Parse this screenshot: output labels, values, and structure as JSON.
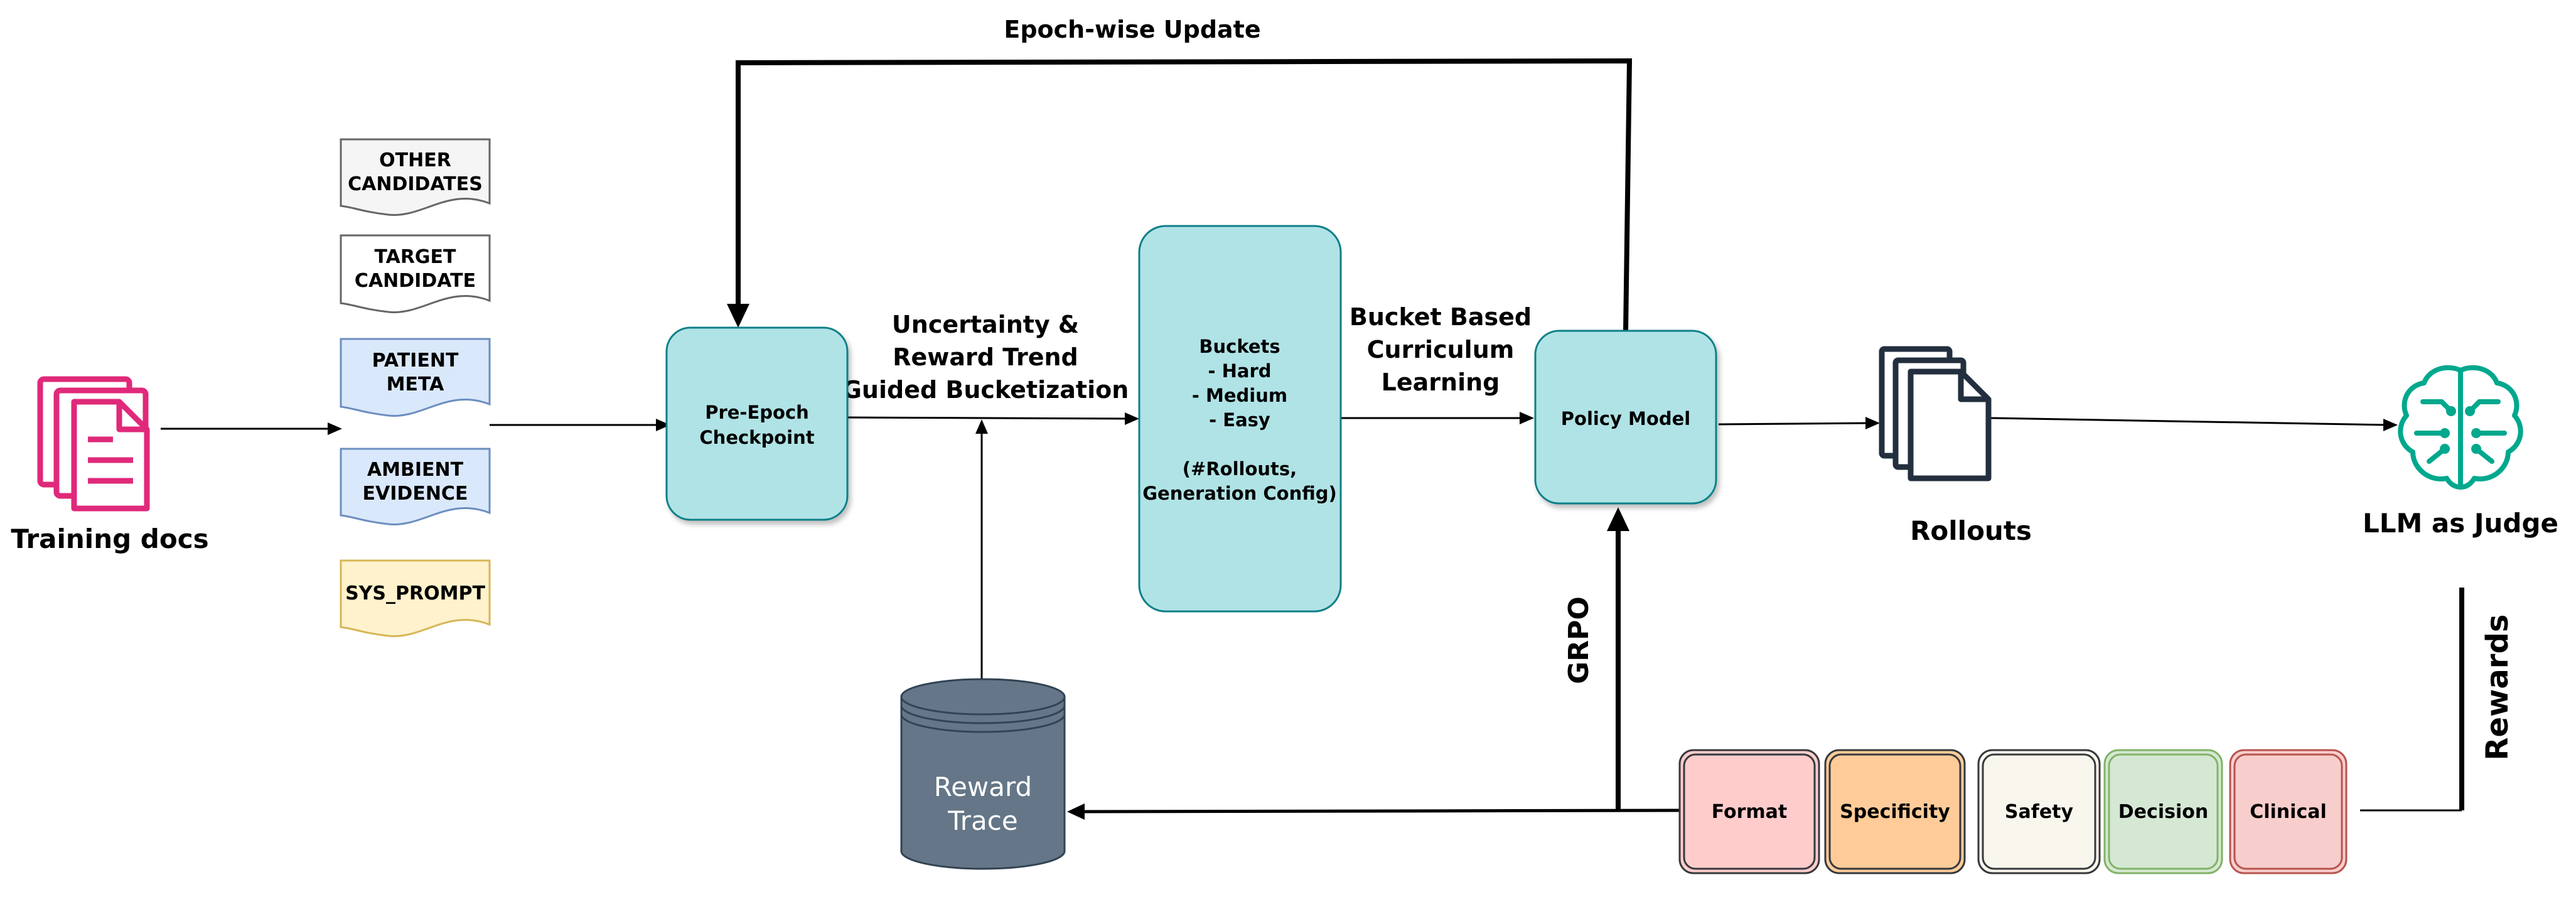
{
  "title": "",
  "edge_labels": {
    "epoch_update": "Epoch-wise Update",
    "bucketization": [
      "Uncertainty &",
      "Reward Trend",
      "Guided Bucketization"
    ],
    "curriculum": [
      "Bucket Based",
      "Curriculum",
      "Learning"
    ],
    "grpo": "GRPO",
    "rewards": "Rewards"
  },
  "nodes": {
    "training_docs": {
      "label": "Training docs",
      "icon": "documents-icon",
      "color": "#e0297a"
    },
    "prompt_docs": [
      {
        "lines": [
          "OTHER",
          "CANDIDATES"
        ],
        "fill": "#f5f5f5",
        "stroke": "#666666"
      },
      {
        "lines": [
          "TARGET",
          "CANDIDATE"
        ],
        "fill": "#ffffff",
        "stroke": "#666666"
      },
      {
        "lines": [
          "PATIENT",
          "META"
        ],
        "fill": "#dae8fc",
        "stroke": "#6c8ebf"
      },
      {
        "lines": [
          "AMBIENT",
          "EVIDENCE"
        ],
        "fill": "#dae8fc",
        "stroke": "#6c8ebf"
      },
      {
        "lines": [
          "SYS_PROMPT"
        ],
        "fill": "#fff2cc",
        "stroke": "#d6b656"
      }
    ],
    "pre_epoch_checkpoint": {
      "lines": [
        "Pre-Epoch",
        "Checkpoint"
      ],
      "fill": "#b0e3e6",
      "stroke": "#0e8088"
    },
    "buckets": {
      "lines": [
        "Buckets",
        "- Hard",
        "- Medium",
        "- Easy",
        "",
        "(#Rollouts,",
        "Generation Config)"
      ],
      "fill": "#b0e3e6",
      "stroke": "#0e8088"
    },
    "policy_model": {
      "lines": [
        "Policy Model"
      ],
      "fill": "#b0e3e6",
      "stroke": "#0e8088"
    },
    "rollouts": {
      "label": "Rollouts",
      "icon": "documents-icon",
      "color": "#232f3e"
    },
    "llm_judge": {
      "label": "LLM as Judge",
      "icon": "brain-circuit-icon",
      "color": "#01a88d"
    },
    "reward_trace": {
      "lines": [
        "Reward",
        "Trace"
      ],
      "fill": "#647687",
      "stroke": "#314354"
    },
    "rewards": [
      {
        "label": "Format",
        "fill": "#ffcccc",
        "stroke": "#36393d"
      },
      {
        "label": "Specificity",
        "fill": "#ffcc99",
        "stroke": "#36393d"
      },
      {
        "label": "Safety",
        "fill": "#f9f7ed",
        "stroke": "#36393d"
      },
      {
        "label": "Decision",
        "fill": "#d5e8d4",
        "stroke": "#82b366"
      },
      {
        "label": "Clinical",
        "fill": "#f8cecc",
        "stroke": "#b85450"
      }
    ]
  }
}
